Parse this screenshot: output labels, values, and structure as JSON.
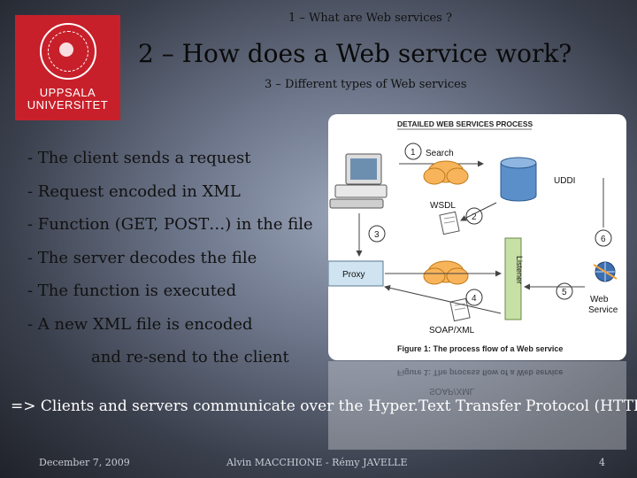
{
  "logo": {
    "line1": "UPPSALA",
    "line2": "UNIVERSITET"
  },
  "nav": {
    "item1": "1 – What are Web services ?",
    "item3": "3 – Different types of Web services"
  },
  "title": "2 – How does a Web service work?",
  "bullets": [
    "- The client sends a request",
    "- Request encoded in XML",
    "- Function (GET, POST…) in the file",
    "- The server decodes the file",
    "- The function is executed",
    "- A new XML file is encoded"
  ],
  "bullet_continuation": "and re-send to the client",
  "conclusion": "=> Clients and servers communicate over the Hyper.Text Transfer Protocol (HTTP).",
  "footer": {
    "date": "December 7, 2009",
    "authors": "Alvin MACCHIONE - Rémy JAVELLE",
    "page": "4"
  },
  "diagram": {
    "header": "DETAILED WEB SERVICES PROCESS",
    "search": "Search",
    "uddi": "UDDI",
    "wsdl": "WSDL",
    "proxy": "Proxy",
    "listener": "Listener",
    "soap": "SOAP/XML",
    "web": "Web",
    "service": "Service",
    "caption": "Figure 1: The process flow of a Web service",
    "steps": [
      "1",
      "2",
      "3",
      "4",
      "5",
      "6"
    ],
    "colors": {
      "proxy_fill": "#cfe3f0",
      "uddi_fill": "#5b8fc9",
      "listener_fill": "#c7e0a6",
      "cloud_fill": "#f7b45a"
    }
  }
}
